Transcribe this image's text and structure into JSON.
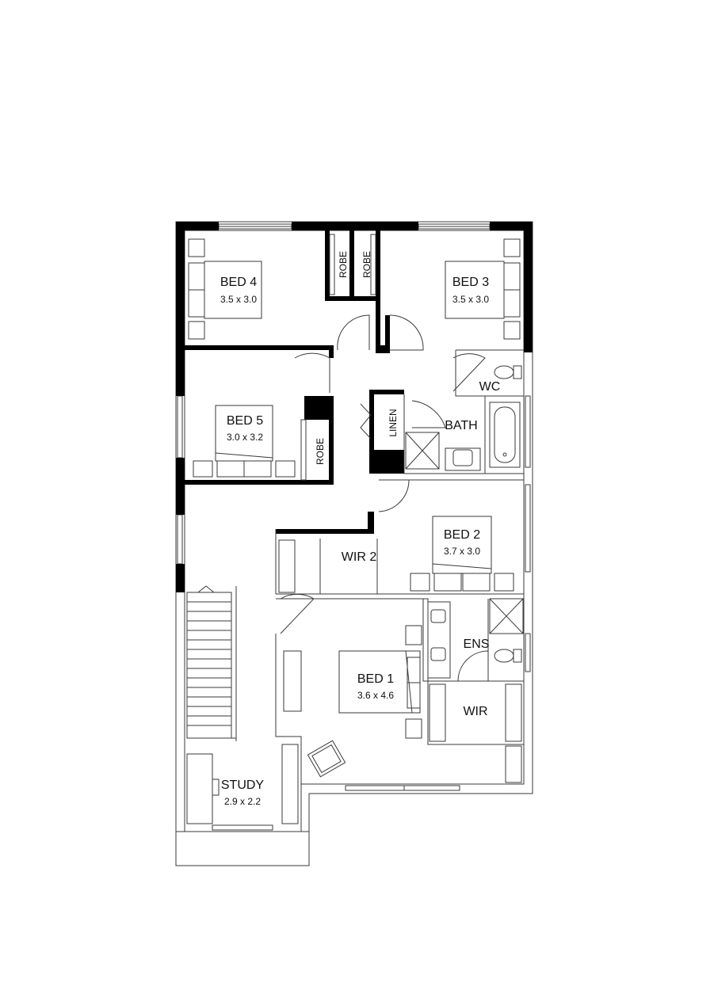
{
  "rooms": {
    "bed4": {
      "name": "BED 4",
      "size": "3.5 x 3.0"
    },
    "bed3": {
      "name": "BED 3",
      "size": "3.5 x 3.0"
    },
    "bed5": {
      "name": "BED 5",
      "size": "3.0 x 3.2"
    },
    "bed2": {
      "name": "BED 2",
      "size": "3.7 x 3.0"
    },
    "bed1": {
      "name": "BED 1",
      "size": "3.6 x 4.6"
    },
    "study": {
      "name": "STUDY",
      "size": "2.9 x 2.2"
    },
    "robe1": {
      "name": "ROBE"
    },
    "robe2": {
      "name": "ROBE"
    },
    "robe3": {
      "name": "ROBE"
    },
    "linen": {
      "name": "LINEN"
    },
    "bath": {
      "name": "BATH"
    },
    "wc": {
      "name": "WC"
    },
    "wir2": {
      "name": "WIR 2"
    },
    "ens": {
      "name": "ENS"
    },
    "wir": {
      "name": "WIR"
    }
  }
}
